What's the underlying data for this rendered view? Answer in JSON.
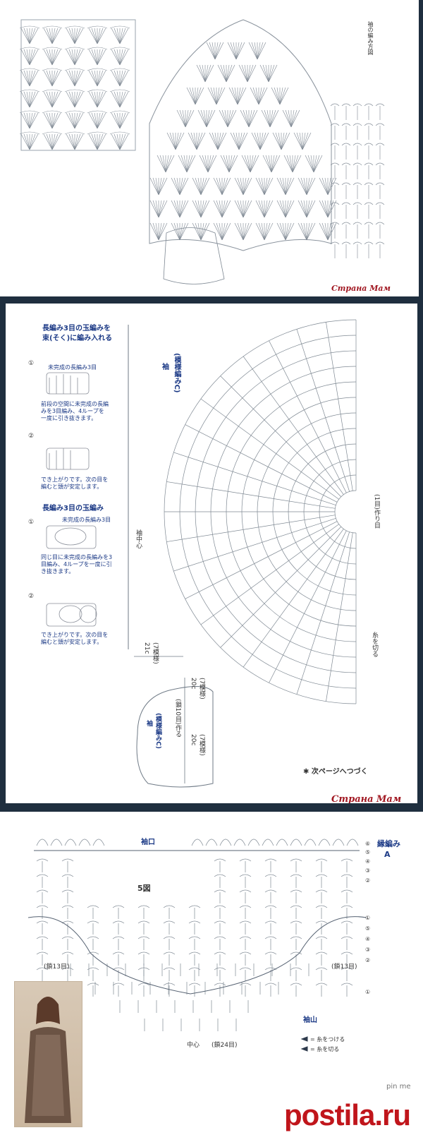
{
  "panel1": {
    "chart_label": "袖の編み方図",
    "watermark": "Страна Мам"
  },
  "panel2": {
    "symbol1_title_line1": "長編み3目の玉編みを",
    "symbol1_title_line2": "束(そく)に編み入れる",
    "step1_label": "未完成の長編み3目",
    "step1_text_line1": "前段の空間に未完成の長編",
    "step1_text_line2": "みを3目編み、4ループを",
    "step1_text_line3": "一度に引き抜きます。",
    "step2_text_line1": "でき上がりです。次の目を",
    "step2_text_line2": "編むと頭が安定します。",
    "symbol2_title": "長編み3目の玉編み",
    "step3_label": "未完成の長編み3目",
    "step3_text_line1": "同じ目に未完成の長編みを3",
    "step3_text_line2": "目編み、4ループを一度に引",
    "step3_text_line3": "き抜きます。",
    "step4_text_line1": "でき上がりです。次の目を",
    "step4_text_line2": "編むと頭が安定します。",
    "sleeve_title": "袖",
    "pattern_label": "(模様編みC)",
    "sleeve_center": "袖中心",
    "rows_right": "(1目)作り目",
    "dim_21c": "21c",
    "dim_7g": "(7模様)",
    "dim_20c_top": "20c",
    "dim_7g_top": "(7模様)",
    "dim_20c_bottom": "20c",
    "dim_7g_bottom": "(7模様)",
    "mini_title": "袖",
    "mini_pattern": "(模様編みC)",
    "mini_rows": "(鎖10目)作る",
    "cut_thread": "糸を切る",
    "continue_note": "✱ 次ページへつづく",
    "watermark": "Страна Мам"
  },
  "panel3": {
    "cuff_label": "袖口",
    "edging_label_line1": "縁編み",
    "edging_label_line2": "A",
    "figure_label": "5図",
    "left_chain": "(鎖13目)",
    "right_chain": "(鎖13目)",
    "sleeve_cap": "袖山",
    "center_label": "中心",
    "center_chain": "(鎖24目)",
    "legend_attach": "= 糸をつける",
    "legend_cut": "= 糸を切る",
    "row_numbers": [
      "⑥",
      "⑤",
      "④",
      "③",
      "②",
      "①",
      "⑤",
      "④",
      "③",
      "②",
      "①"
    ],
    "brand": "postila.ru",
    "pin_label": "pin me"
  }
}
